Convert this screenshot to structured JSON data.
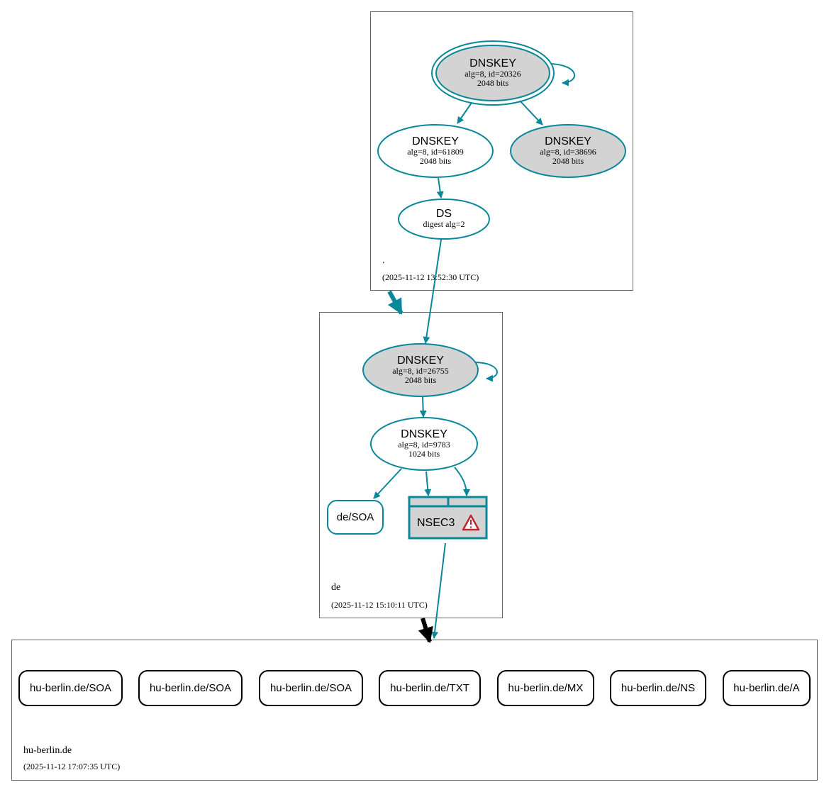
{
  "zones": {
    "root": {
      "name": ".",
      "timestamp": "(2025-11-12 13:52:30 UTC)"
    },
    "de": {
      "name": "de",
      "timestamp": "(2025-11-12 15:10:11 UTC)"
    },
    "hu_berlin": {
      "name": "hu-berlin.de",
      "timestamp": "(2025-11-12 17:07:35 UTC)"
    }
  },
  "nodes": {
    "root_ksk": {
      "title": "DNSKEY",
      "line1": "alg=8, id=20326",
      "line2": "2048 bits",
      "fill": "#d3d3d3",
      "trust_anchor": true
    },
    "root_zsk": {
      "title": "DNSKEY",
      "line1": "alg=8, id=61809",
      "line2": "2048 bits",
      "fill": "#ffffff"
    },
    "root_key3": {
      "title": "DNSKEY",
      "line1": "alg=8, id=38696",
      "line2": "2048 bits",
      "fill": "#d3d3d3"
    },
    "root_ds": {
      "title": "DS",
      "line1": "digest alg=2"
    },
    "de_ksk": {
      "title": "DNSKEY",
      "line1": "alg=8, id=26755",
      "line2": "2048 bits",
      "fill": "#d3d3d3"
    },
    "de_zsk": {
      "title": "DNSKEY",
      "line1": "alg=8, id=9783",
      "line2": "1024 bits",
      "fill": "#ffffff"
    },
    "de_soa": {
      "label": "de/SOA"
    },
    "nsec3": {
      "label": "NSEC3",
      "status_icon": "warning-icon"
    }
  },
  "rrsets": [
    {
      "label": "hu-berlin.de/SOA"
    },
    {
      "label": "hu-berlin.de/SOA"
    },
    {
      "label": "hu-berlin.de/SOA"
    },
    {
      "label": "hu-berlin.de/TXT"
    },
    {
      "label": "hu-berlin.de/MX"
    },
    {
      "label": "hu-berlin.de/NS"
    },
    {
      "label": "hu-berlin.de/A"
    }
  ],
  "colors": {
    "edge": "#0a879a",
    "key_fill_gray": "#d3d3d3",
    "warning": "#c0272d",
    "delegation_insecure": "#000000"
  }
}
